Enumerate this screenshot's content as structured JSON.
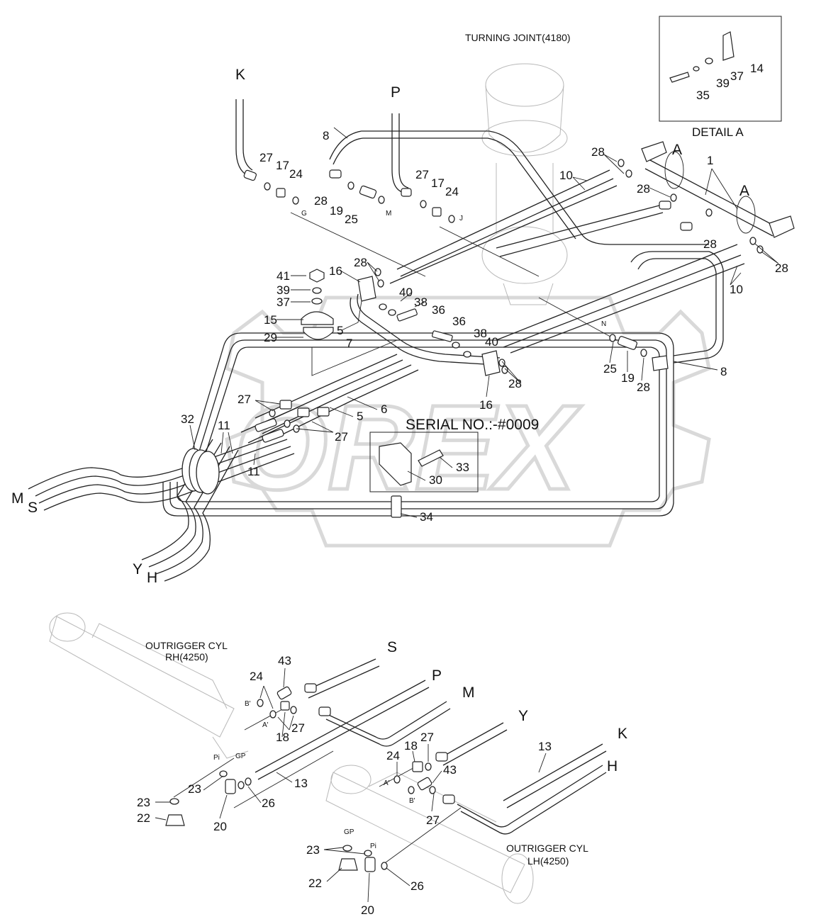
{
  "diagram": {
    "captions": {
      "turning_joint": "TURNING JOINT(4180)",
      "detail": "DETAIL A",
      "serial": "SERIAL NO.:-#0009",
      "outrigger_rh_1": "OUTRIGGER CYL",
      "outrigger_rh_2": "RH(4250)",
      "outrigger_lh_1": "OUTRIGGER CYL",
      "outrigger_lh_2": "LH(4250)"
    },
    "watermark": "OREX",
    "port_letters": {
      "K": "K",
      "P": "P",
      "M": "M",
      "S": "S",
      "Y": "Y",
      "H": "H",
      "A": "A"
    },
    "small_tags": {
      "G": "G",
      "M": "M",
      "J": "J",
      "N": "N",
      "B_prime": "B'",
      "A_prime": "A'",
      "Pi": "Pi",
      "GP": "GP"
    },
    "part_numbers": {
      "p1": "1",
      "p5": "5",
      "p6": "6",
      "p7": "7",
      "p8": "8",
      "p10": "10",
      "p11": "11",
      "p13": "13",
      "p14": "14",
      "p15": "15",
      "p16": "16",
      "p17": "17",
      "p18": "18",
      "p19": "19",
      "p20": "20",
      "p22": "22",
      "p23": "23",
      "p24": "24",
      "p25": "25",
      "p26": "26",
      "p27": "27",
      "p28": "28",
      "p29": "29",
      "p30": "30",
      "p32": "32",
      "p33": "33",
      "p34": "34",
      "p35": "35",
      "p36": "36",
      "p37": "37",
      "p38": "38",
      "p39": "39",
      "p40": "40",
      "p41": "41",
      "p43": "43"
    }
  }
}
